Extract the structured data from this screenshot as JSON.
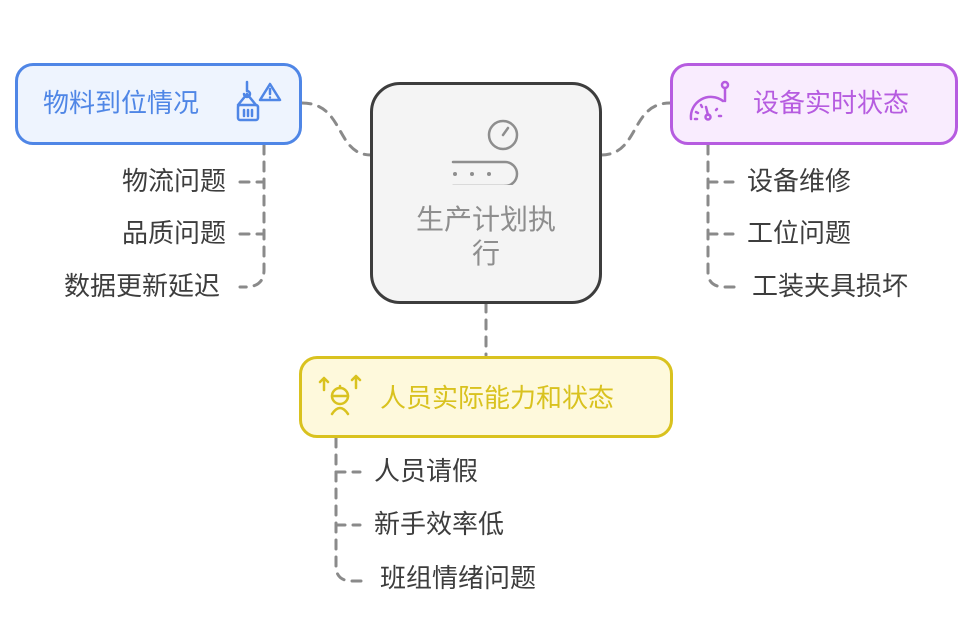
{
  "center": {
    "label_line1": "生产计划执",
    "label_line2": "行",
    "icon": "conveyor-gauge-icon",
    "color": "#8e8e8e",
    "border": "#3d3d3d",
    "fill": "#f4f4f4"
  },
  "branches": [
    {
      "label": "物料到位情况",
      "icon": "crane-container-warning-icon",
      "color": "#4f86e6",
      "fill": "#eef4fe",
      "items": [
        "物流问题",
        "品质问题",
        "数据更新延迟"
      ]
    },
    {
      "label": "设备实时状态",
      "icon": "gauge-meter-icon",
      "color": "#b65ce0",
      "fill": "#f9ecfe",
      "items": [
        "设备维修",
        "工位问题",
        "工装夹具损坏"
      ]
    },
    {
      "label": "人员实际能力和状态",
      "icon": "worker-up-arrows-icon",
      "color": "#d9c21f",
      "fill": "#fef9dc",
      "items": [
        "人员请假",
        "新手效率低",
        "班组情绪问题"
      ]
    }
  ],
  "connector_color": "#8a8a8a"
}
